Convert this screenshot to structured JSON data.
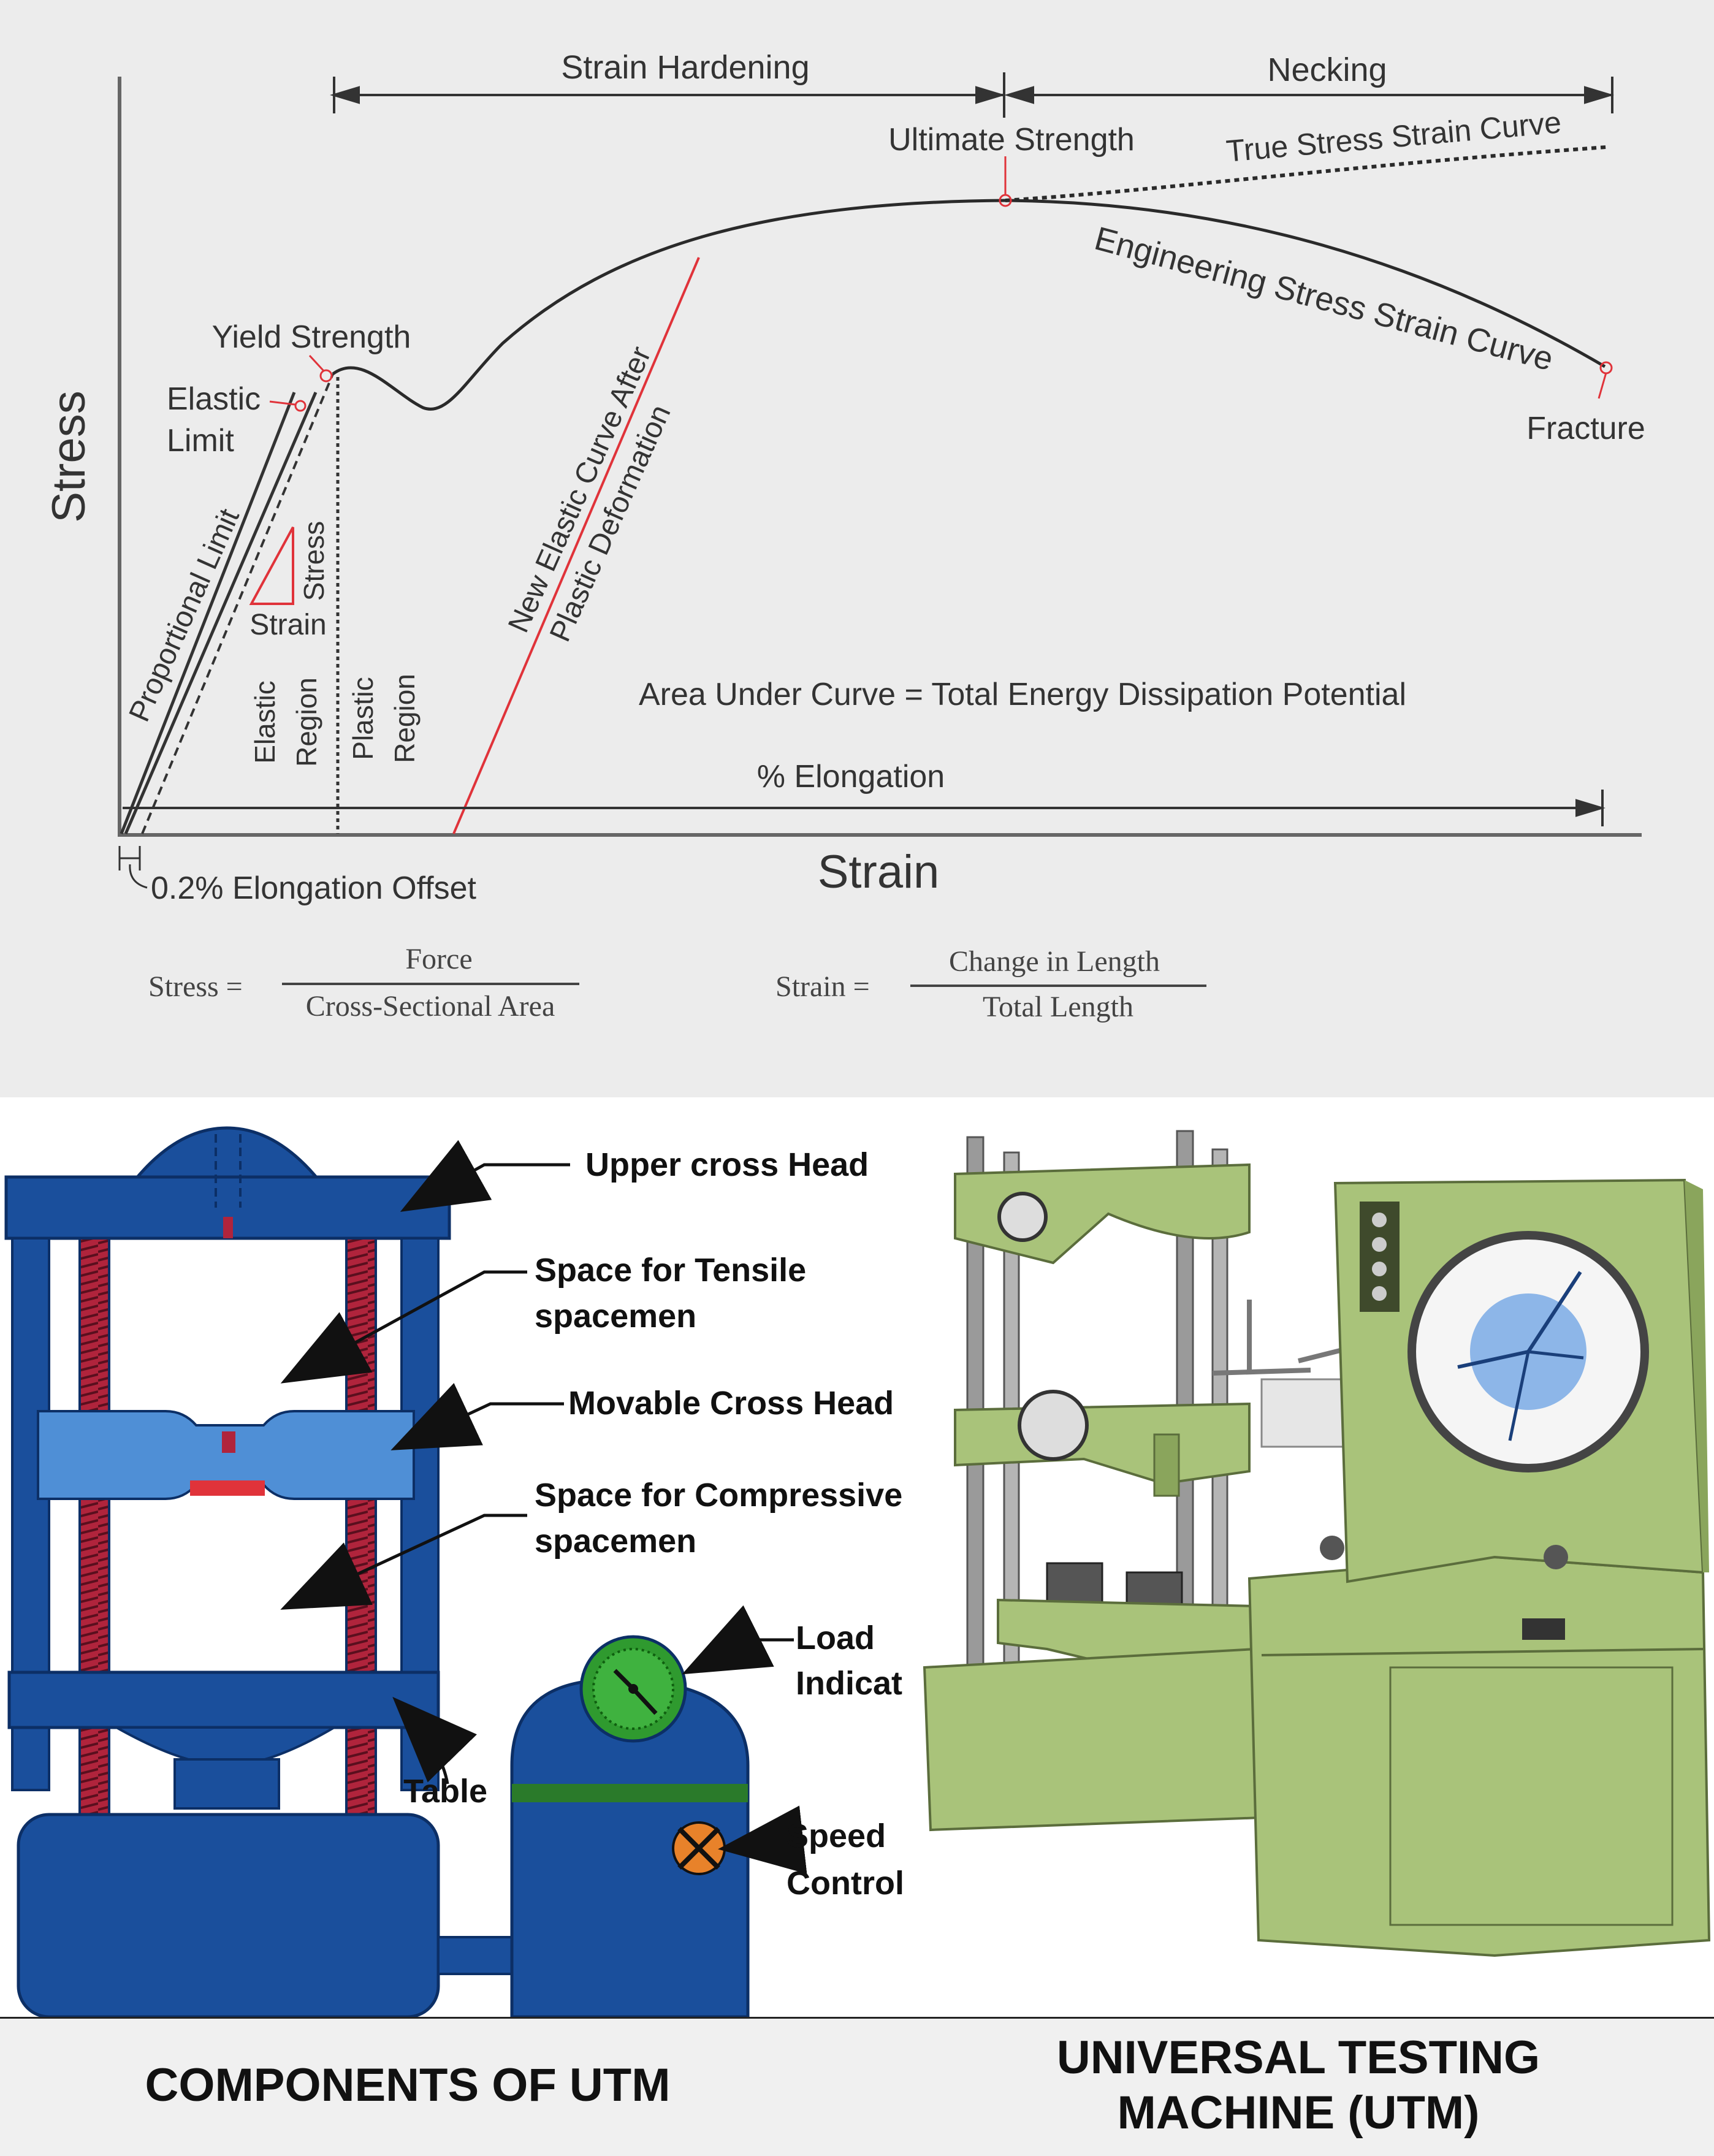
{
  "graph": {
    "y_axis_label": "Stress",
    "x_axis_label": "Strain",
    "regions": {
      "strain_hardening": "Strain Hardening",
      "necking": "Necking"
    },
    "points": {
      "ultimate_strength": "Ultimate Strength",
      "yield_strength": "Yield Strength",
      "elastic_limit_l1": "Elastic",
      "elastic_limit_l2": "Limit",
      "fracture": "Fracture"
    },
    "curves": {
      "true_curve": "True Stress Strain Curve",
      "engineering_curve": "Engineering Stress Strain Curve",
      "proportional_limit": "Proportional Limit",
      "new_elastic_l1": "New Elastic Curve After",
      "new_elastic_l2": "Plastic Deformation"
    },
    "triangle": {
      "stress": "Stress",
      "strain": "Strain"
    },
    "region_labels": {
      "elastic_l1": "Elastic",
      "elastic_l2": "Region",
      "plastic_l1": "Plastic",
      "plastic_l2": "Region"
    },
    "area_text": "Area Under Curve = Total Energy Dissipation Potential",
    "elongation": "% Elongation",
    "offset": "0.2% Elongation Offset",
    "formulas": {
      "stress_lhs": "Stress =",
      "stress_num": "Force",
      "stress_den": "Cross-Sectional Area",
      "strain_lhs": "Strain =",
      "strain_num": "Change in Length",
      "strain_den": "Total Length"
    },
    "colors": {
      "curve": "#2a2a2a",
      "accent": "#e0333a"
    }
  },
  "components": {
    "labels": {
      "upper_cross_head": "Upper cross Head",
      "tensile_l1": "Space for Tensile",
      "tensile_l2": "spacemen",
      "movable_cross_head": "Movable Cross Head",
      "compressive_l1": "Space for Compressive",
      "compressive_l2": "spacemen",
      "load_l1": "Load",
      "load_l2": "Indicat",
      "speed_l1": "Speed",
      "speed_l2": "Control",
      "table": "Table"
    },
    "colors": {
      "frame": "#1a4f9c",
      "light": "#4f8fd6",
      "screw": "#b0243c",
      "gauge": "#2f9a2f",
      "knob": "#e8822a"
    }
  },
  "machine": {
    "colors": {
      "body": "#a9c37a",
      "shade": "#8aa55c",
      "pillar": "#9a9a9a"
    }
  },
  "captions": {
    "left": "COMPONENTS OF UTM",
    "right_l1": "UNIVERSAL TESTING",
    "right_l2": "MACHINE (UTM)"
  }
}
